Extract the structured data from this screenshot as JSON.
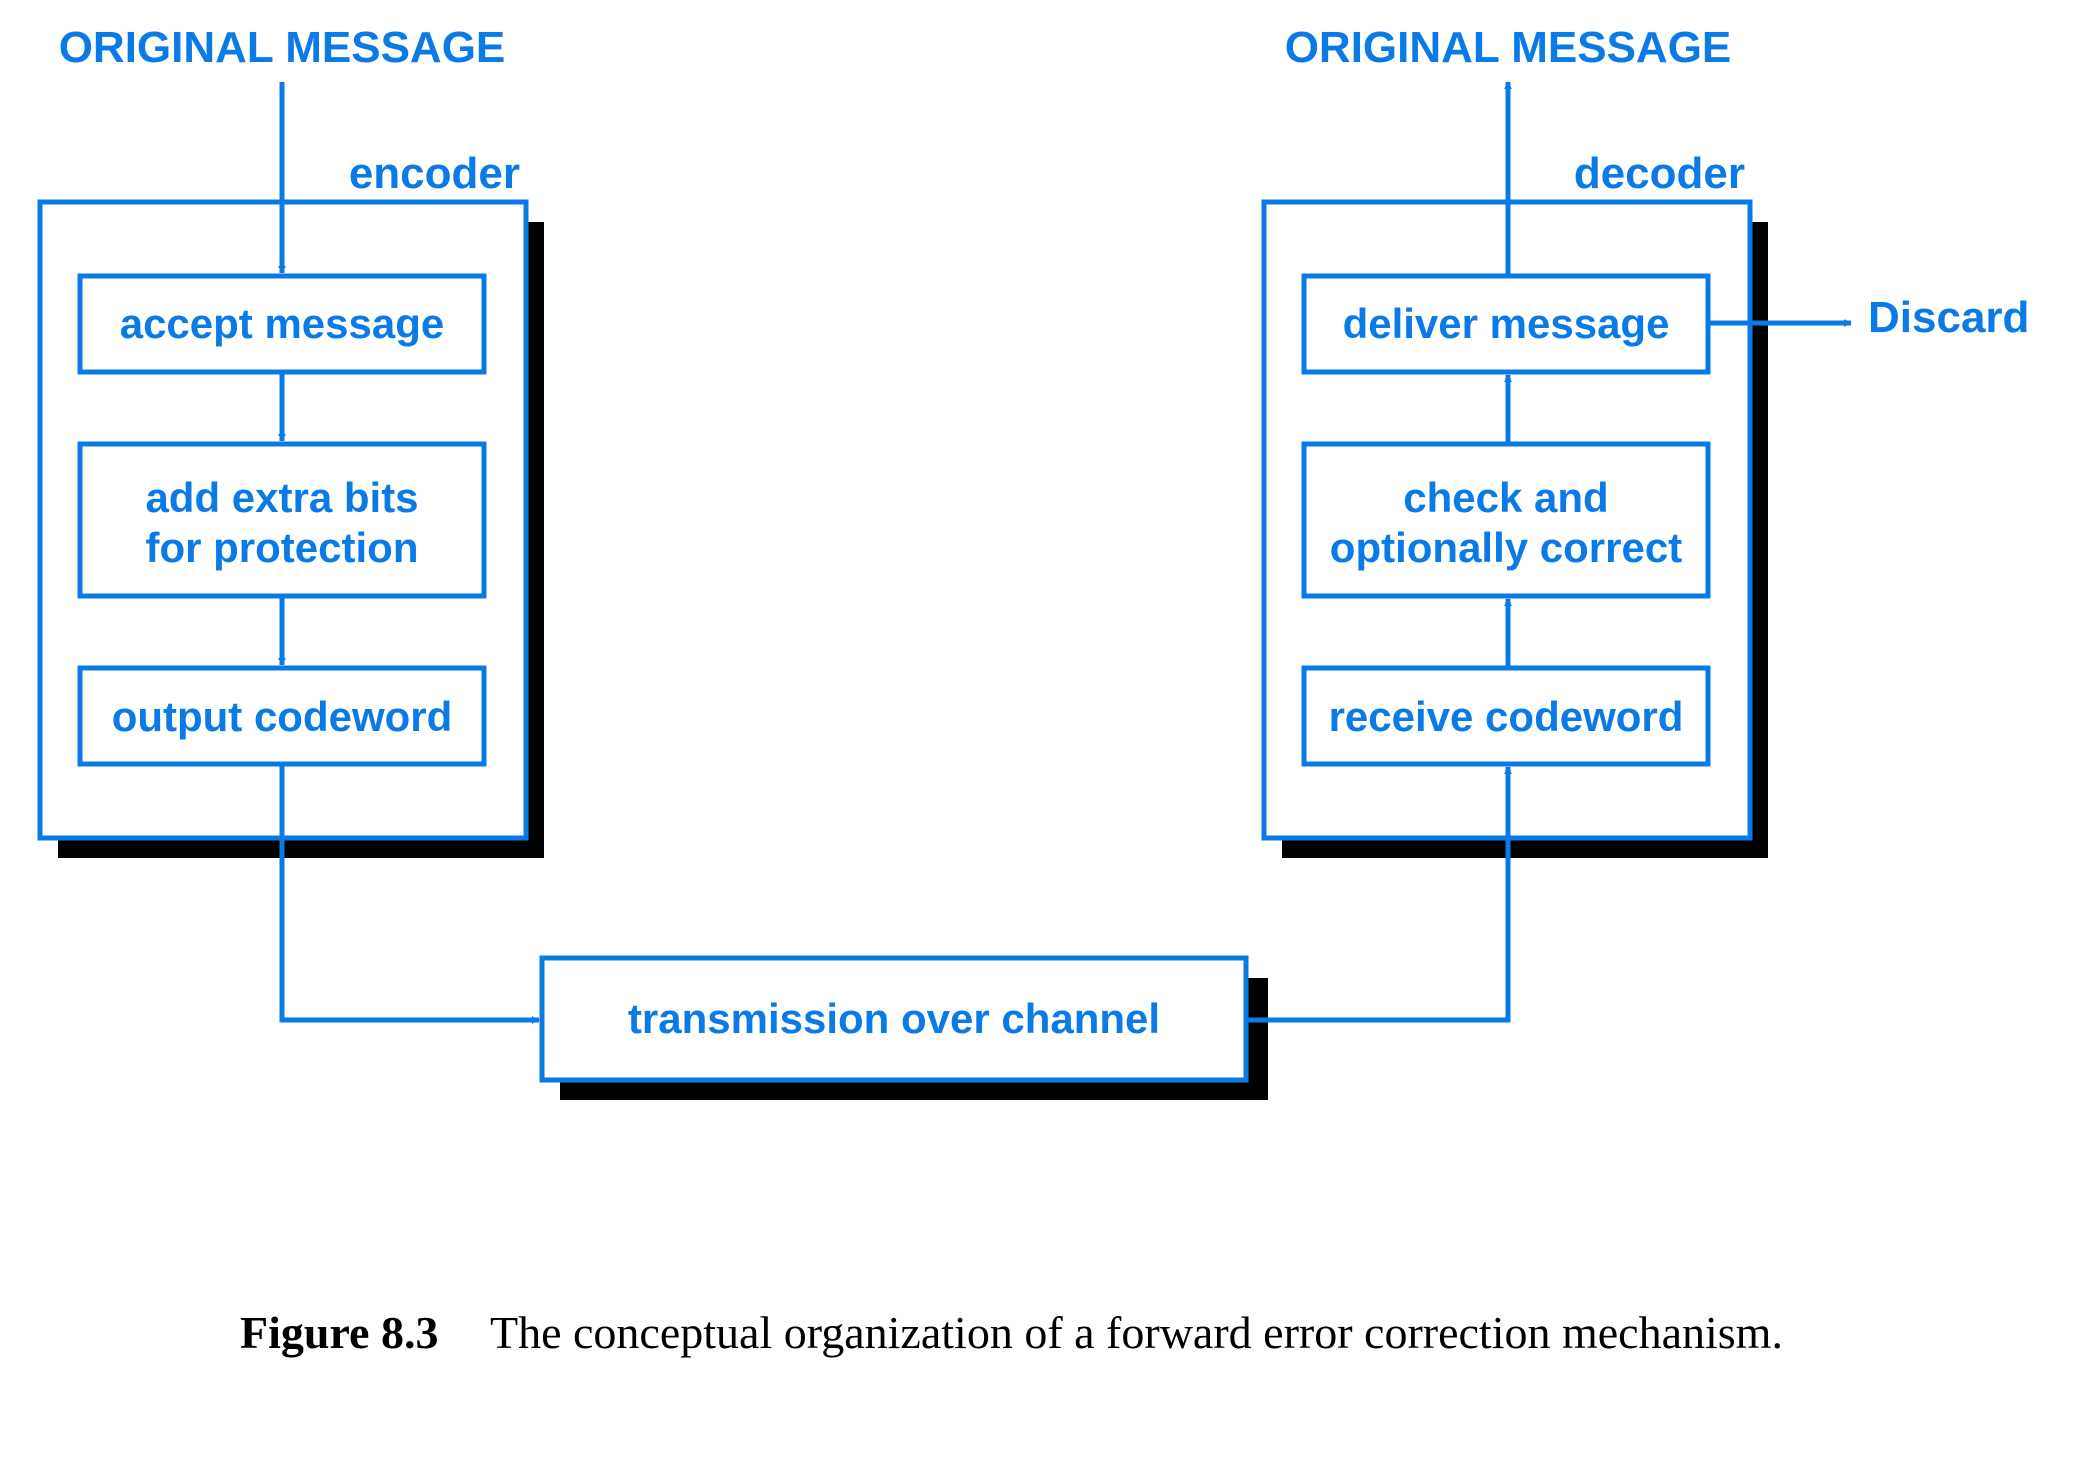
{
  "colors": {
    "accent": "#0a7be6",
    "shadow": "#000000",
    "caption": "#000000"
  },
  "encoder": {
    "input_label": "ORIGINAL MESSAGE",
    "title": "encoder",
    "steps": [
      "accept message",
      [
        "add extra bits",
        "for protection"
      ],
      "output codeword"
    ]
  },
  "decoder": {
    "output_label": "ORIGINAL MESSAGE",
    "title": "decoder",
    "steps": [
      "deliver message",
      [
        "check and",
        "optionally correct"
      ],
      "receive codeword"
    ],
    "discard_label": "Discard"
  },
  "channel": {
    "label": "transmission over channel"
  },
  "caption": {
    "number": "Figure 8.3",
    "text": "The conceptual organization of a forward error correction mechanism."
  }
}
